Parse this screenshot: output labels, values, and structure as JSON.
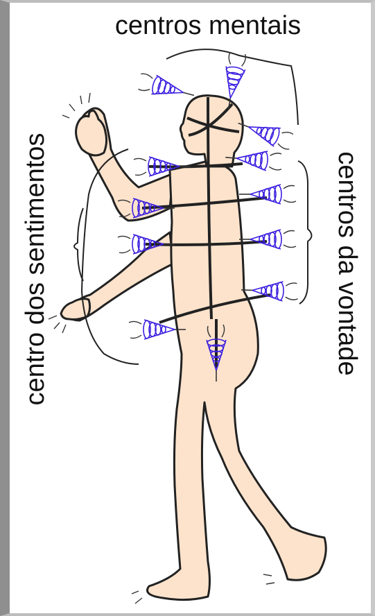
{
  "labels": {
    "top": "centros mentais",
    "left": "centro dos sentimentos",
    "right": "centros da vontade"
  },
  "colors": {
    "skin": "#fde3cc",
    "outline": "#222222",
    "vortex": "#3b1fe0",
    "frame_left": "#8f8f8f",
    "background": "#ffffff"
  }
}
